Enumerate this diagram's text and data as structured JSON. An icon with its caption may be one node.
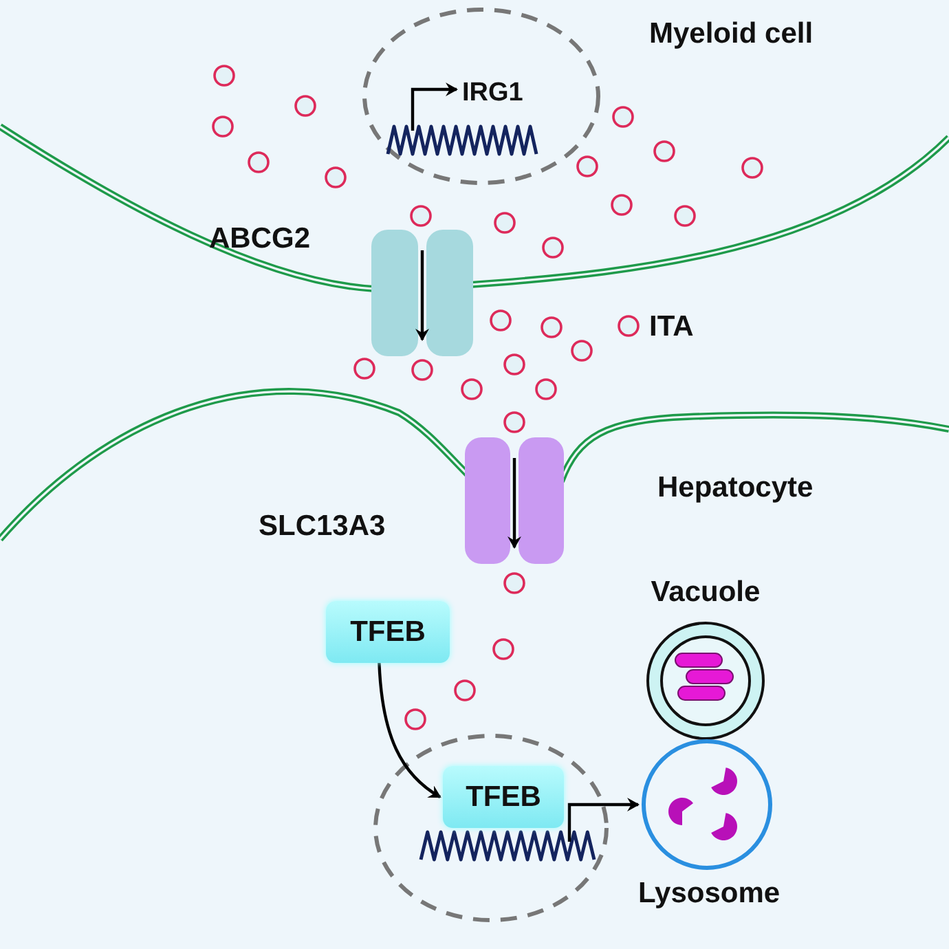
{
  "diagram": {
    "nodes": [
      {
        "text": [
          "TFEB"
        ]
      },
      {
        "text": [
          "TFEB"
        ]
      },
      {
        "text": [
          "Vacuole"
        ]
      },
      {
        "text": [
          "Lysosome"
        ]
      }
    ],
    "edges": [
      {
        "from": 0,
        "to": 1,
        "arrow": "to"
      },
      {
        "from": 1,
        "to": 3,
        "arrow": "to"
      }
    ],
    "labels": [
      "Myeloid cell",
      "IRG1",
      "ABCG2",
      "ITA",
      "Hepatocyte",
      "SLC13A3"
    ]
  }
}
